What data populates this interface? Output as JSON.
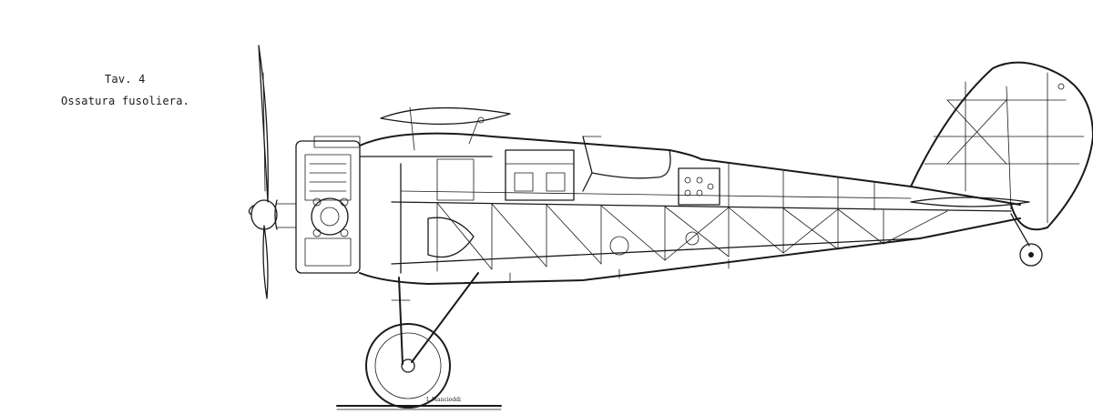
{
  "plate": {
    "number": "Tav. 4",
    "title": "Ossatura fusoliera."
  },
  "signature": "L.Mancioddi",
  "colors": {
    "ink": "#1a1a1a",
    "paper": "#ffffff"
  }
}
